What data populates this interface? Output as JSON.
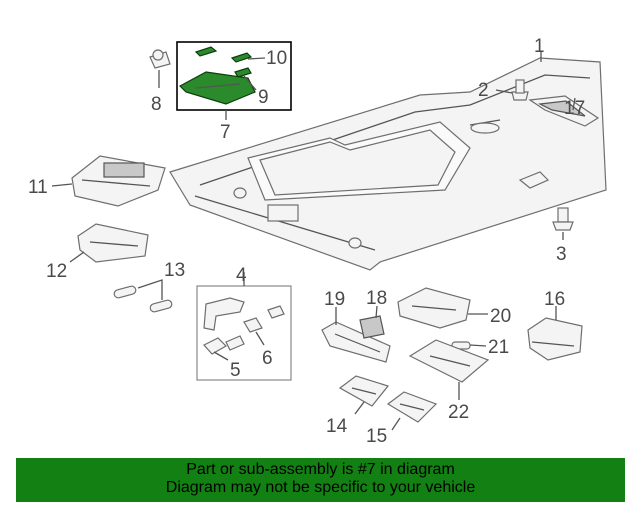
{
  "callouts": {
    "c1": "1",
    "c2": "2",
    "c3": "3",
    "c4": "4",
    "c5": "5",
    "c6": "6",
    "c7": "7",
    "c8": "8",
    "c9": "9",
    "c10": "10",
    "c11": "11",
    "c12": "12",
    "c13": "13",
    "c14": "14",
    "c15": "15",
    "c16": "16",
    "c17": "17",
    "c18": "18",
    "c19": "19",
    "c20": "20",
    "c21": "21",
    "c22": "22"
  },
  "highlighted_part": "7",
  "colors": {
    "banner_bg": "#128012",
    "highlight": "#2b8a2b"
  },
  "banner": {
    "line1": "Part or sub-assembly is #7 in diagram",
    "line2": "Diagram may not be specific to your vehicle"
  }
}
